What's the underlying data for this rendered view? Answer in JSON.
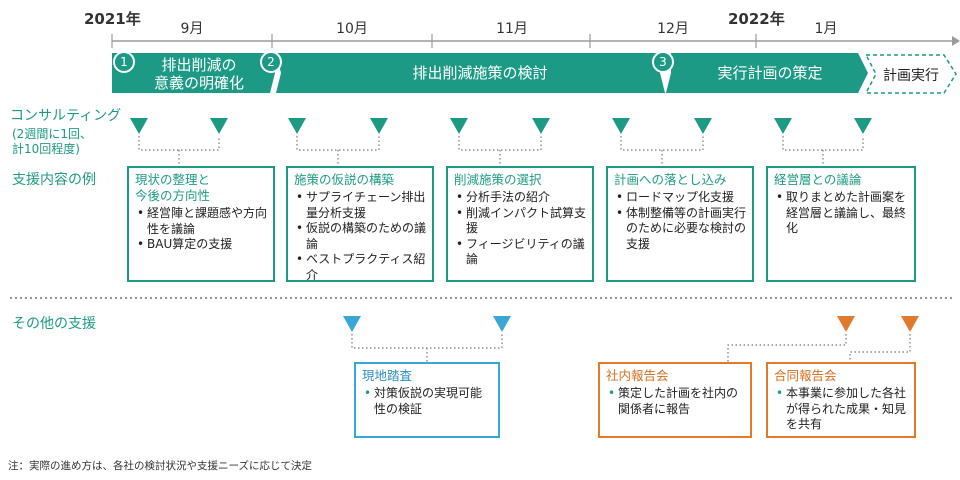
{
  "timeline": {
    "years": [
      "2021年",
      "2022年"
    ],
    "months": [
      "9月",
      "10月",
      "11月",
      "12月",
      "1月"
    ]
  },
  "phases": [
    {
      "number": "1",
      "line1": "排出削減の",
      "line2": "意義の明確化"
    },
    {
      "number": "2",
      "line1": "排出削減施策の検討",
      "line2": ""
    },
    {
      "number": "3",
      "line1": "実行計画の策定",
      "line2": ""
    }
  ],
  "final_phase": "計画実行",
  "row_labels": {
    "consulting": "コンサルティング",
    "consulting_note1": "(2週間に1回、",
    "consulting_note2": "計10回程度)",
    "support_examples": "支援内容の例",
    "other_support": "その他の支援"
  },
  "support_boxes": [
    {
      "title1": "現状の整理と",
      "title2": "今後の方向性",
      "items": [
        "経営陣と課題感や方向性を議論",
        "BAU算定の支援"
      ]
    },
    {
      "title1": "施策の仮説の構築",
      "title2": "",
      "items": [
        "サプライチェーン排出量分析支援",
        "仮説の構築のための議論",
        "ベストプラクティス紹介"
      ]
    },
    {
      "title1": "削減施策の選択",
      "title2": "",
      "items": [
        "分析手法の紹介",
        "削減インパクト試算支援",
        "フィージビリティの議論"
      ]
    },
    {
      "title1": "計画への落とし込み",
      "title2": "",
      "items": [
        "ロードマップ化支援",
        "体制整備等の計画実行のために必要な検討の支援"
      ]
    },
    {
      "title1": "経営層との議論",
      "title2": "",
      "items": [
        "取りまとめた計画案を経営層と議論し、最終化"
      ]
    }
  ],
  "other_boxes": [
    {
      "title": "現地踏査",
      "items": [
        "対策仮説の実現可能性の検証"
      ]
    },
    {
      "title": "社内報告会",
      "items": [
        "策定した計画を社内の関係者に報告"
      ]
    },
    {
      "title": "合同報告会",
      "items": [
        "本事業に参加した各社が得られた成果・知見を共有"
      ]
    }
  ],
  "footnote": "注：実際の進め方は、各社の検討状況や支援ニーズに応じて決定",
  "colors": {
    "teal": "#1d9a86",
    "blue": "#3aa6d6",
    "orange": "#e07b2e",
    "axis": "#999999"
  }
}
